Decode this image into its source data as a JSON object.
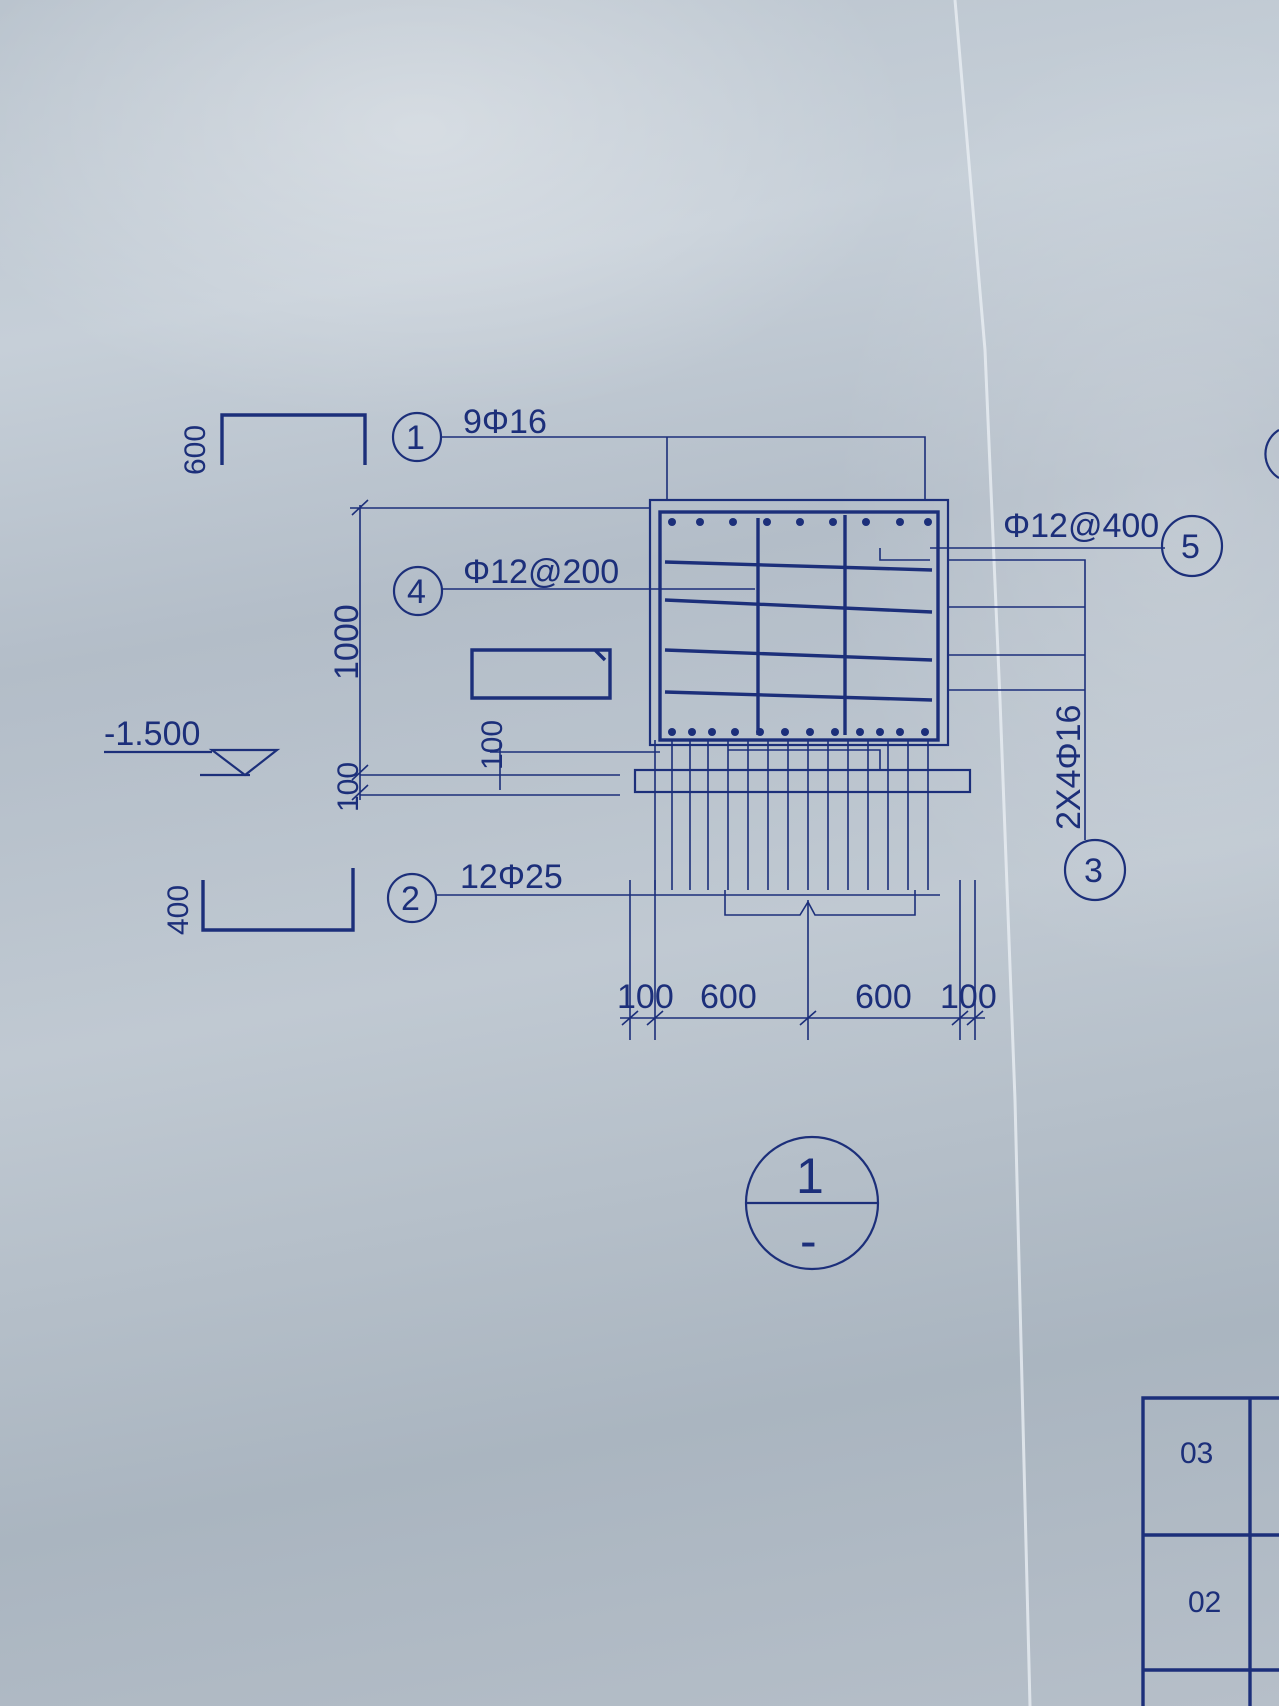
{
  "labels": {
    "bar1_callout": "1",
    "bar1_spec": "9Φ16",
    "bar1_shape_dim": "600",
    "bar2_callout": "2",
    "bar2_spec": "12Φ25",
    "bar2_shape_dim": "400",
    "bar3_callout": "3",
    "bar3_spec": "2X4Φ16",
    "bar4_callout": "4",
    "bar4_spec": "Φ12@200",
    "bar5_callout": "5",
    "bar5_spec": "Φ12@400",
    "height_dim": "1000",
    "bottom_dim_left": "100",
    "bottom_dim_mid": "100",
    "elevation": "-1.500",
    "width_dim_1": "100",
    "width_dim_2": "600",
    "width_dim_3": "600",
    "width_dim_4": "100",
    "section_number": "1",
    "section_sub": "-",
    "table_row_1": "03",
    "table_row_2": "02"
  },
  "colors": {
    "ink": "#1c2f7a",
    "paper": "#bcc6d0"
  }
}
